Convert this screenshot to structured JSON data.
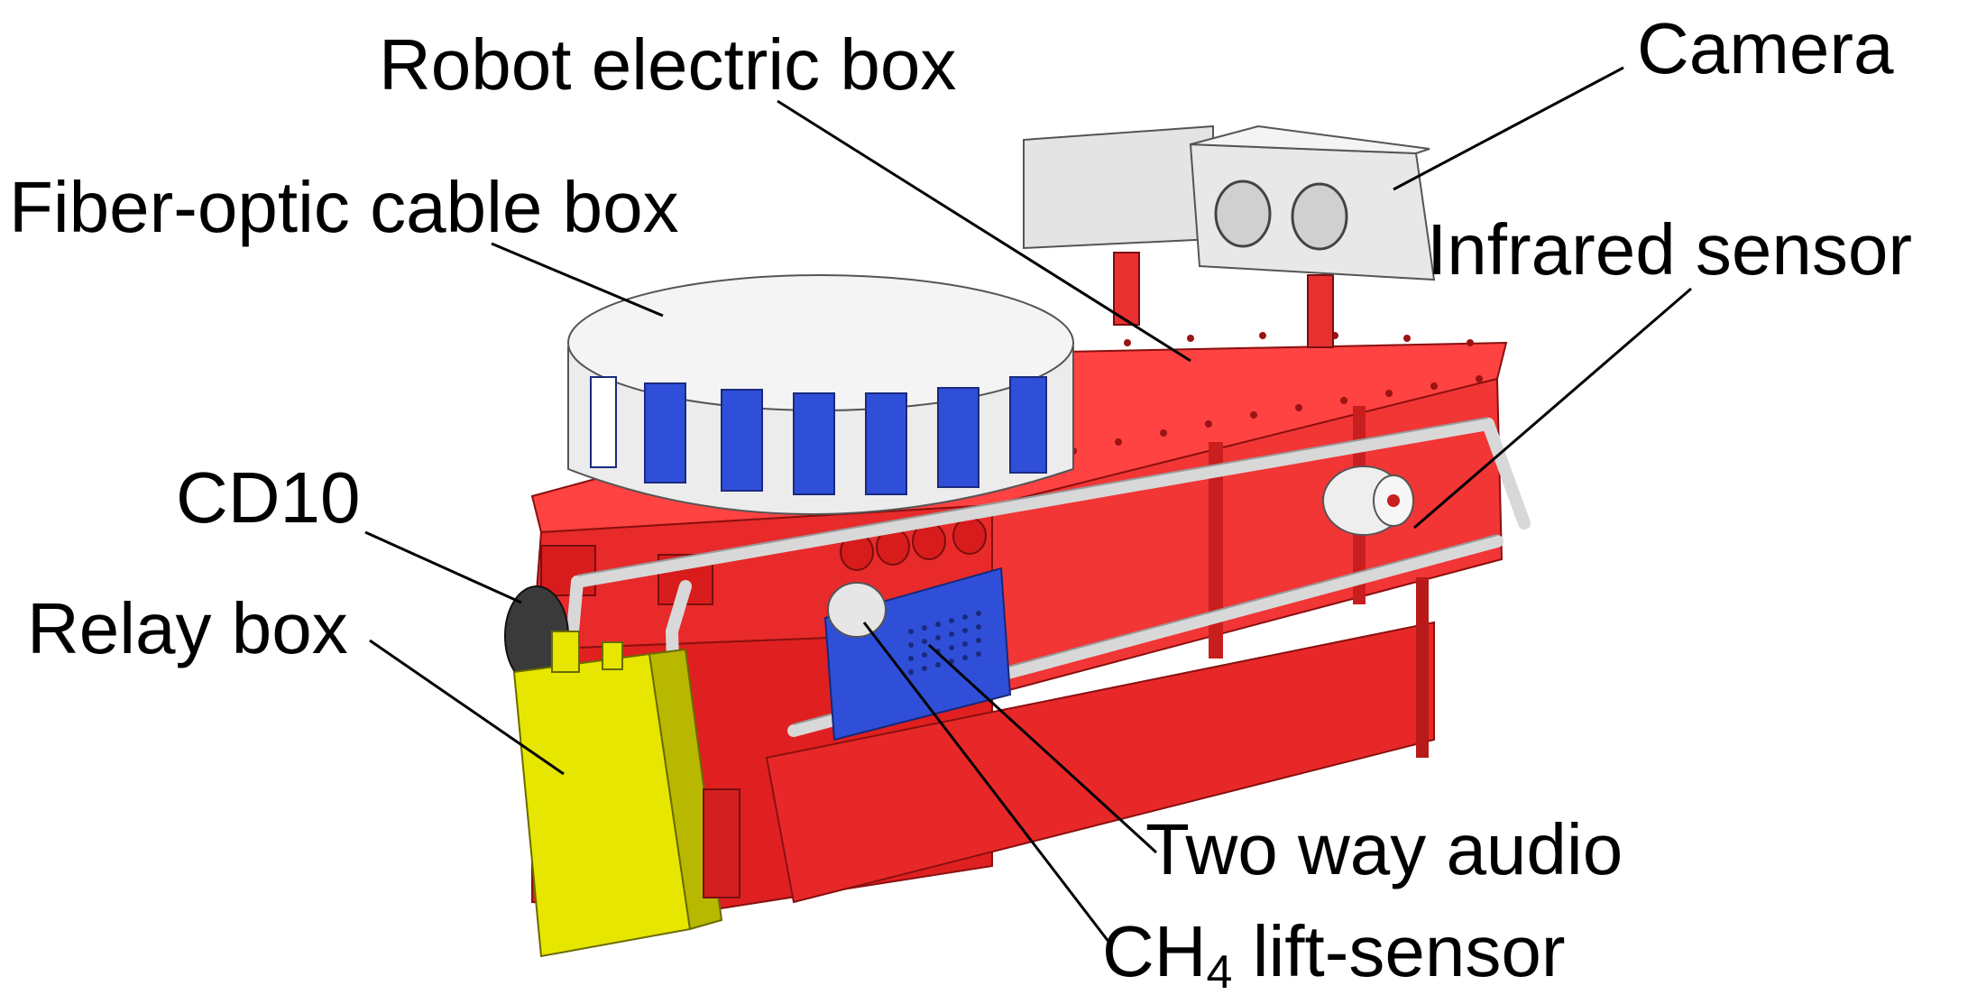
{
  "labels": {
    "robot_electric_box": "Robot electric box",
    "camera": "Camera",
    "fiber_optic_cable_box": "Fiber-optic cable box",
    "infrared_sensor": "Infrared sensor",
    "cd10": "CD10",
    "relay_box": "Relay box",
    "two_way_audio": "Two way audio",
    "ch4_prefix": "CH",
    "ch4_subscript": "4",
    "ch4_suffix": " lift-sensor"
  },
  "colors": {
    "robot_body": "#f03030",
    "robot_body_dark": "#c81e1e",
    "robot_body_light": "#ff4a4a",
    "cable_box": "#f2f2f2",
    "window_blue": "#2f4fd8",
    "relay_yellow": "#e6e600",
    "relay_yellow_dark": "#b8b800",
    "camera_grey": "#e6e6e6",
    "pipe_grey": "#dcdcdc",
    "cd10_dark": "#3a3a3a",
    "leader_line": "#000000"
  }
}
